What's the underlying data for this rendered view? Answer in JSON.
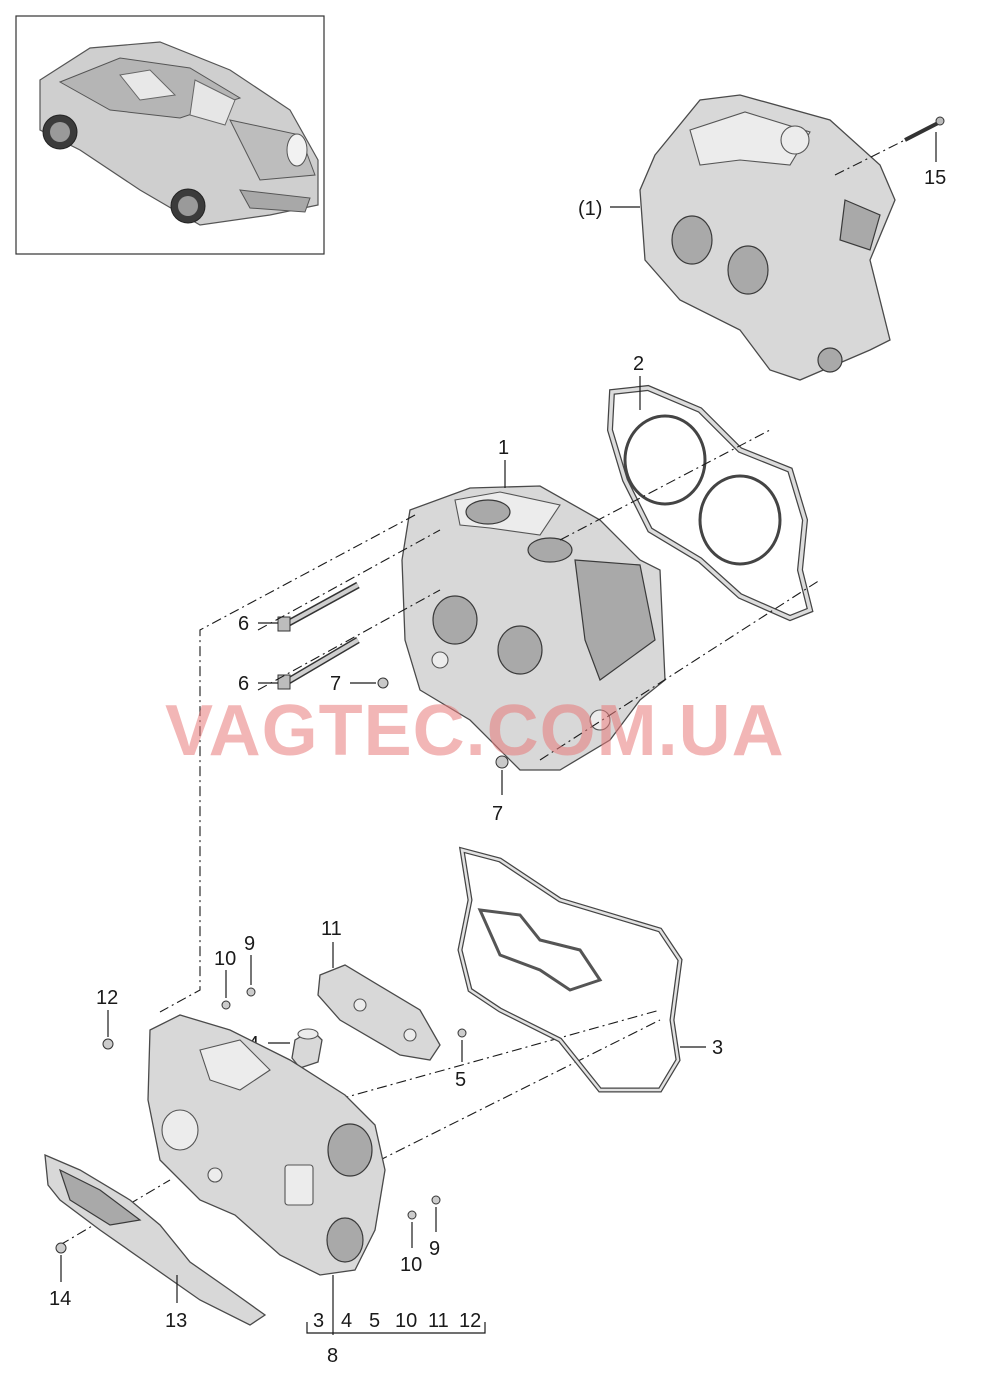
{
  "watermark": "VAGTEC.COM.UA",
  "callouts": {
    "c15": "15",
    "c1p": "(1)",
    "c2": "2",
    "c1": "1",
    "c6a": "6",
    "c6b": "6",
    "c7a": "7",
    "c7b": "7",
    "c11": "11",
    "c9a": "9",
    "c10a": "10",
    "c12": "12",
    "c4": "4",
    "c5": "5",
    "c3": "3",
    "c10b": "10",
    "c9b": "9",
    "c14": "14",
    "c13": "13",
    "c8": "8"
  },
  "kit_8_components": [
    "3",
    "4",
    "5",
    "10",
    "11",
    "12"
  ]
}
